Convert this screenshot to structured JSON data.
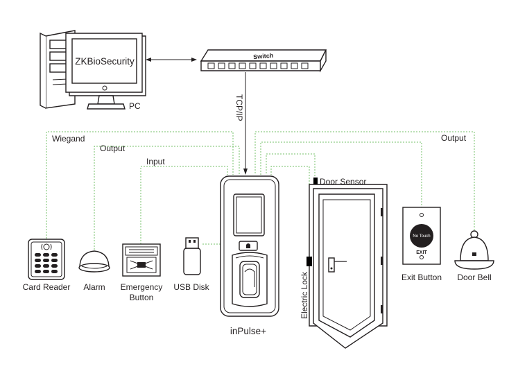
{
  "pc": {
    "software_label": "ZKBioSecurity",
    "label": "PC"
  },
  "switch": {
    "label": "Switch"
  },
  "link": {
    "tcpip_label": "TCP/IP"
  },
  "wires": {
    "wiegand": "Wiegand",
    "output_alarm": "Output",
    "input": "Input",
    "output_doorbell": "Output"
  },
  "devices": {
    "card_reader": "Card Reader",
    "alarm": "Alarm",
    "emergency_line1": "Emergency",
    "emergency_line2": "Button",
    "usb_disk": "USB Disk",
    "terminal": "inPulse+",
    "door_sensor": "Door Sensor",
    "electric_lock": "Electric Lock",
    "exit_button": "Exit Button",
    "door_bell": "Door Bell"
  },
  "exit_plate": {
    "touch_text": "No Touch",
    "exit_text": "EXIT"
  },
  "colors": {
    "wire": "#74c069",
    "ink": "#231f20",
    "lock_block": "#000000"
  }
}
